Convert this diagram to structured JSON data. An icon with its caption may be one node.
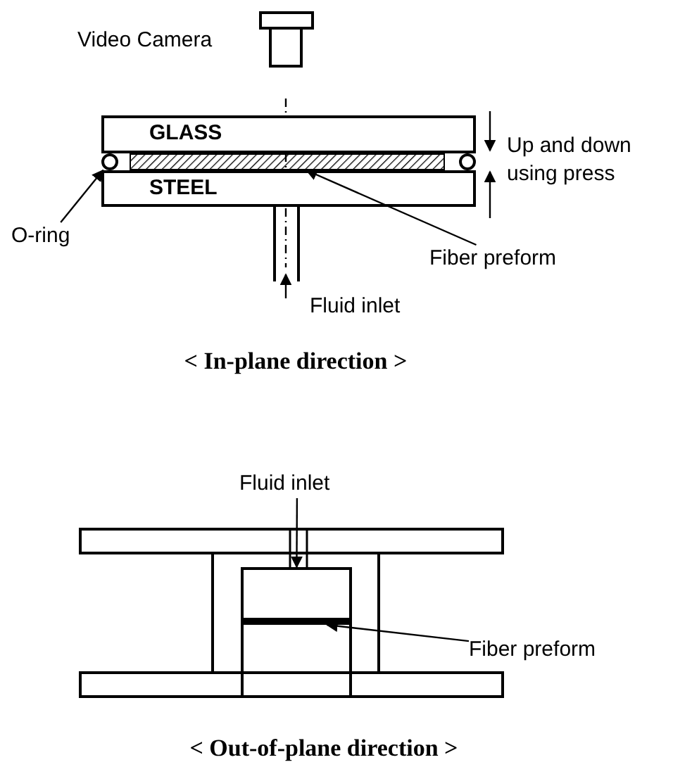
{
  "diagram": {
    "nodes": [
      {
        "text": [
          "GLASS"
        ]
      },
      {
        "text": [],
        "shape": "circle"
      },
      {
        "text": [],
        "shape": "bar"
      },
      {
        "text": [],
        "shape": "circle"
      },
      {
        "text": [
          "STEEL"
        ]
      },
      {
        "text": [
          "O-ring"
        ]
      },
      {
        "text": [
          "Fiber preform"
        ]
      },
      {
        "text": [
          "Fluid inlet"
        ]
      },
      {
        "text": [],
        "shape": "box"
      },
      {
        "text": [],
        "shape": "bar",
        "in": 8
      },
      {
        "text": [
          "Fiber preform"
        ]
      }
    ],
    "edges": [
      {
        "from": 5,
        "to": 1,
        "arrow": "to"
      },
      {
        "from": 6,
        "to": 2,
        "arrow": "to"
      },
      {
        "from": 7,
        "to": 8,
        "arrow": "to"
      },
      {
        "from": 10,
        "to": 9,
        "arrow": "to"
      }
    ],
    "labels": [
      "Video Camera",
      "Up and down using press",
      "Fluid inlet",
      "< In-plane direction >",
      "< Out-of-plane direction >"
    ]
  }
}
